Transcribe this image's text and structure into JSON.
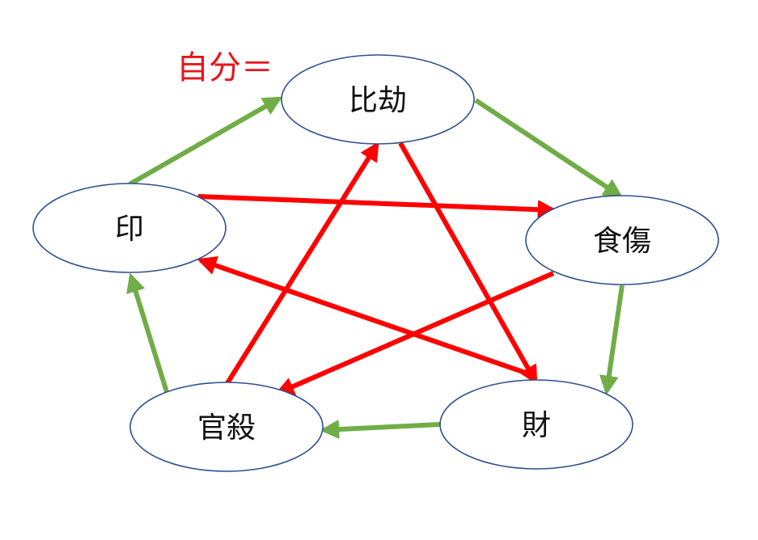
{
  "self_marker": {
    "text": "自分＝",
    "color": "#e8141b",
    "target": "hikou"
  },
  "nodes": [
    {
      "id": "hikou",
      "label": "比劫"
    },
    {
      "id": "shokushou",
      "label": "食傷"
    },
    {
      "id": "zai",
      "label": "財"
    },
    {
      "id": "kansatsu",
      "label": "官殺"
    },
    {
      "id": "in",
      "label": "印"
    }
  ],
  "edges": {
    "generate_color": "#70ad47",
    "control_color": "#ff0000",
    "generate": [
      {
        "from": "hikou",
        "to": "shokushou"
      },
      {
        "from": "shokushou",
        "to": "zai"
      },
      {
        "from": "zai",
        "to": "kansatsu"
      },
      {
        "from": "kansatsu",
        "to": "in"
      },
      {
        "from": "in",
        "to": "hikou"
      }
    ],
    "control": [
      {
        "from": "hikou",
        "to": "zai"
      },
      {
        "from": "zai",
        "to": "in"
      },
      {
        "from": "in",
        "to": "shokushou"
      },
      {
        "from": "shokushou",
        "to": "kansatsu"
      },
      {
        "from": "kansatsu",
        "to": "hikou"
      }
    ]
  }
}
